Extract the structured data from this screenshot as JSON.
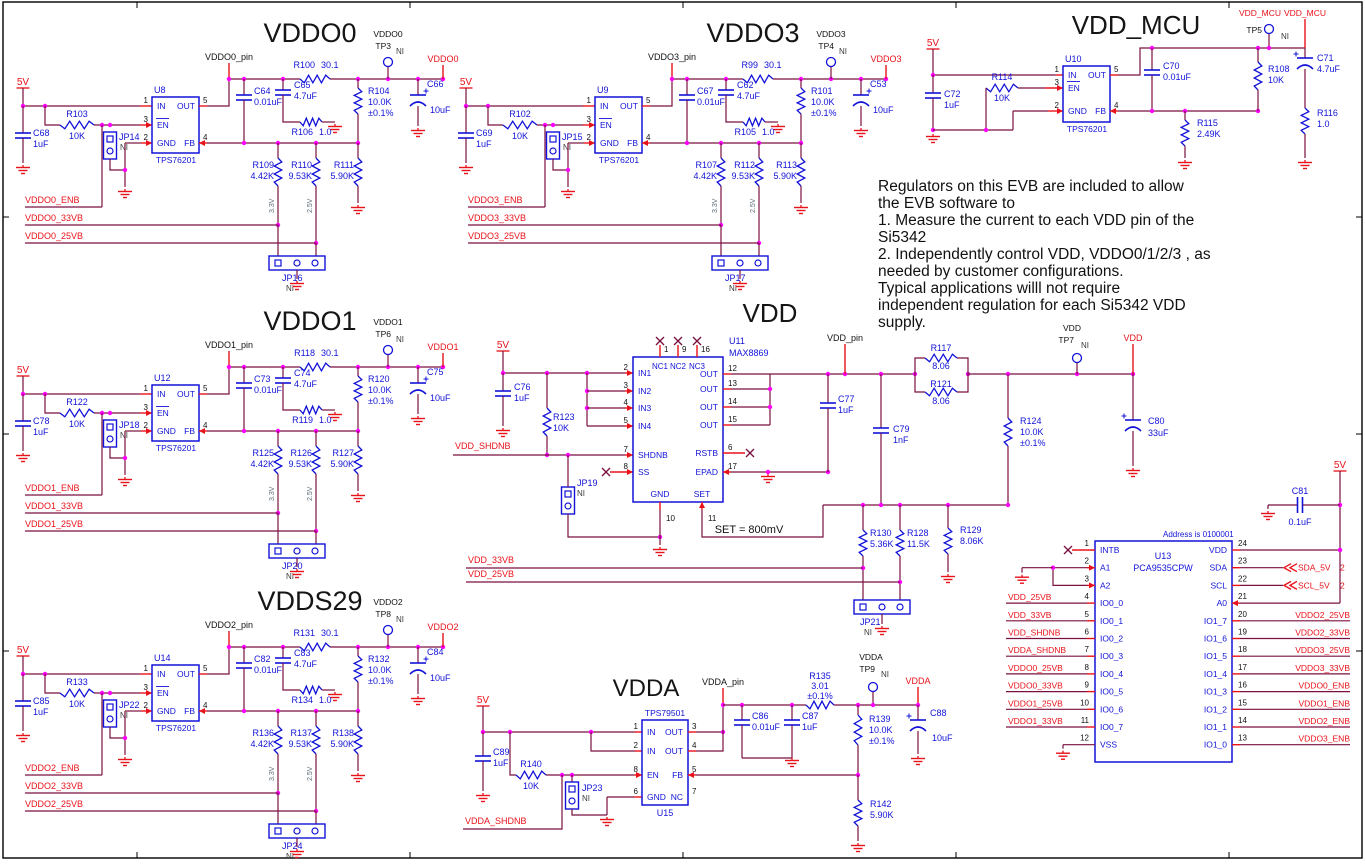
{
  "palette": {
    "wire": "#7a1040",
    "red": "#e8121a",
    "blue": "#1212d8",
    "junction": "#ff00ff",
    "black": "#111111",
    "ni": "#3a3a3a",
    "rot": "#5a6a7a"
  },
  "note": {
    "lines": [
      "Regulators on this EVB are included to allow",
      "the EVB software to",
      "1. Measure the current to each VDD pin of the",
      "Si5342",
      "2. Independently control VDD, VDDO0/1/2/3 , as",
      "needed by customer configurations.",
      "Typical applications willl not require",
      "independent regulation for each Si5342 VDD",
      "supply."
    ]
  },
  "tps_pins": {
    "left": [
      {
        "n": "1",
        "name": "IN"
      },
      {
        "n": "3",
        "name": "EN"
      },
      {
        "n": "2",
        "name": "GND"
      }
    ],
    "right": [
      {
        "n": "5",
        "name": "OUT"
      },
      {
        "n": "4",
        "name": "FB"
      }
    ]
  },
  "tps": [
    {
      "title": "VDDO0",
      "pwr": "5V",
      "ic_ref": "U8",
      "ic_part": "TPS76201",
      "jp_en": "JP14",
      "jp_en_ni": "NI",
      "cin_ref": "C68",
      "cin_val": "1uF",
      "rin_ref": "R103",
      "rin_val": "10K",
      "pin_net": "VDDO0_pin",
      "c1_ref": "C64",
      "c1_val": "0.01uF",
      "c2_ref": "C65",
      "c2_val": "4.7uF",
      "r2_ref": "R106",
      "r2_val": "1.0",
      "rout_ref": "R100",
      "rout_val": "30.1",
      "rfb_ref": "R104",
      "rfb_val": "10.0K",
      "rfb_tol": "±0.1%",
      "tp_net": "VDDO0",
      "tp_ref": "TP3",
      "tp_ni": "NI",
      "out_net": "VDDO0",
      "cout_ref": "C66",
      "cout_val": "10uF",
      "r33_ref": "R109",
      "r33_val": "4.42K",
      "r25_ref": "R110",
      "r25_val": "9.53K",
      "rg_ref": "R111",
      "rg_val": "5.90K",
      "v33": "3.3V",
      "v25": "2.5V",
      "jp_sel": "JP16",
      "jp_sel_ni": "NI",
      "net_enb": "VDDO0_ENB",
      "net_33": "VDDO0_33VB",
      "net_25": "VDDO0_25VB"
    },
    {
      "title": "VDDO3",
      "pwr": "5V",
      "ic_ref": "U9",
      "ic_part": "TPS76201",
      "jp_en": "JP15",
      "jp_en_ni": "NI",
      "cin_ref": "C69",
      "cin_val": "1uF",
      "rin_ref": "R102",
      "rin_val": "10K",
      "pin_net": "VDDO3_pin",
      "c1_ref": "C67",
      "c1_val": "0.01uF",
      "c2_ref": "C62",
      "c2_val": "4.7uF",
      "r2_ref": "R105",
      "r2_val": "1.0",
      "rout_ref": "R99",
      "rout_val": "30.1",
      "rfb_ref": "R101",
      "rfb_val": "10.0K",
      "rfb_tol": "±0.1%",
      "tp_net": "VDDO3",
      "tp_ref": "TP4",
      "tp_ni": "NI",
      "out_net": "VDDO3",
      "cout_ref": "C53",
      "cout_val": "10uF",
      "r33_ref": "R107",
      "r33_val": "4.42K",
      "r25_ref": "R112",
      "r25_val": "9.53K",
      "rg_ref": "R113",
      "rg_val": "5.90K",
      "v33": "3.3V",
      "v25": "2.5V",
      "jp_sel": "JP17",
      "jp_sel_ni": "NI",
      "net_enb": "VDDO3_ENB",
      "net_33": "VDDO3_33VB",
      "net_25": "VDDO3_25VB"
    },
    {
      "title": "VDDO1",
      "pwr": "5V",
      "ic_ref": "U12",
      "ic_part": "TPS76201",
      "jp_en": "JP18",
      "jp_en_ni": "NI",
      "cin_ref": "C78",
      "cin_val": "1uF",
      "rin_ref": "R122",
      "rin_val": "10K",
      "pin_net": "VDDO1_pin",
      "c1_ref": "C73",
      "c1_val": "0.01uF",
      "c2_ref": "C74",
      "c2_val": "4.7uF",
      "r2_ref": "R119",
      "r2_val": "1.0",
      "rout_ref": "R118",
      "rout_val": "30.1",
      "rfb_ref": "R120",
      "rfb_val": "10.0K",
      "rfb_tol": "±0.1%",
      "tp_net": "VDDO1",
      "tp_ref": "TP6",
      "tp_ni": "NI",
      "out_net": "VDDO1",
      "cout_ref": "C75",
      "cout_val": "10uF",
      "r33_ref": "R125",
      "r33_val": "4.42K",
      "r25_ref": "R126",
      "r25_val": "9.53K",
      "rg_ref": "R127",
      "rg_val": "5.90K",
      "v33": "3.3V",
      "v25": "2.5V",
      "jp_sel": "JP20",
      "jp_sel_ni": "NI",
      "net_enb": "VDDO1_ENB",
      "net_33": "VDDO1_33VB",
      "net_25": "VDDO1_25VB"
    },
    {
      "title": "VDDS29",
      "pwr": "5V",
      "ic_ref": "U14",
      "ic_part": "TPS76201",
      "jp_en": "JP22",
      "jp_en_ni": "NI",
      "cin_ref": "C85",
      "cin_val": "1uF",
      "rin_ref": "R133",
      "rin_val": "10K",
      "pin_net": "VDDO2_pin",
      "c1_ref": "C82",
      "c1_val": "0.01uF",
      "c2_ref": "C83",
      "c2_val": "4.7uF",
      "r2_ref": "R134",
      "r2_val": "1.0",
      "rout_ref": "R131",
      "rout_val": "30.1",
      "rfb_ref": "R132",
      "rfb_val": "10.0K",
      "rfb_tol": "±0.1%",
      "tp_net": "VDDO2",
      "tp_ref": "TP8",
      "tp_ni": "NI",
      "out_net": "VDDO2",
      "cout_ref": "C84",
      "cout_val": "10uF",
      "r33_ref": "R136",
      "r33_val": "4.42K",
      "r25_ref": "R137",
      "r25_val": "9.53K",
      "rg_ref": "R138",
      "rg_val": "5.90K",
      "v33": "3.3V",
      "v25": "2.5V",
      "jp_sel": "JP24",
      "jp_sel_ni": "NI",
      "net_enb": "VDDO2_ENB",
      "net_33": "VDDO2_33VB",
      "net_25": "VDDO2_25VB"
    }
  ],
  "mcu": {
    "title": "VDD_MCU",
    "pwr": "5V",
    "ic_ref": "U10",
    "ic_part": "TPS76201",
    "cin_ref": "C72",
    "cin_val": "1uF",
    "ren_ref": "R114",
    "ren_val": "10K",
    "c1_ref": "C70",
    "c1_val": "0.01uF",
    "rfb_ref": "R115",
    "rfb_val": "2.49K",
    "rup_ref": "R108",
    "rup_val": "10K",
    "tp_net": "VDD_MCU",
    "tp_ref": "TP5",
    "tp_ni": "NI",
    "out_net": "VDD_MCU",
    "cout_ref": "C71",
    "cout_val": "4.7uF",
    "rout_ref": "R116",
    "rout_val": "1.0",
    "pins": {
      "left": [
        {
          "n": "1",
          "name": "IN"
        },
        {
          "n": "3",
          "name": "EN"
        },
        {
          "n": "2",
          "name": "GND"
        }
      ],
      "right": [
        {
          "n": "5",
          "name": "OUT"
        },
        {
          "n": "4",
          "name": "FB"
        }
      ]
    }
  },
  "vdd": {
    "title": "VDD",
    "pwr": "5V",
    "ic_ref": "U11",
    "ic_part": "MAX8869",
    "cin_ref": "C76",
    "cin_val": "1uF",
    "rpull_ref": "R123",
    "rpull_val": "10K",
    "shdn_net": "VDD_SHDNB",
    "jp": "JP19",
    "jp_ni": "NI",
    "pin_net": "VDD_pin",
    "c77_ref": "C77",
    "c77_val": "1uF",
    "c79_ref": "C79",
    "c79_val": "1nF",
    "r117_ref": "R117",
    "r117_val": "8.06",
    "r121_ref": "R121",
    "r121_val": "8.06",
    "r124_ref": "R124",
    "r124_val": "10.0K",
    "r124_tol": "±0.1%",
    "tp_net": "VDD",
    "tp_ref": "TP7",
    "tp_ni": "NI",
    "out_net": "VDD",
    "c80_ref": "C80",
    "c80_val": "33uF",
    "set_note": "SET = 800mV",
    "r130_ref": "R130",
    "r130_val": "5.36K",
    "r128_ref": "R128",
    "r128_val": "11.5K",
    "r129_ref": "R129",
    "r129_val": "8.06K",
    "jp_sel": "JP21",
    "jp_sel_ni": "NI",
    "net_33": "VDD_33VB",
    "net_25": "VDD_25VB",
    "pins": {
      "top": [
        {
          "n": "1",
          "name": "NC1"
        },
        {
          "n": "9",
          "name": "NC2"
        },
        {
          "n": "16",
          "name": "NC3"
        }
      ],
      "left": [
        {
          "n": "2",
          "name": "IN1"
        },
        {
          "n": "3",
          "name": "IN2"
        },
        {
          "n": "4",
          "name": "IN3"
        },
        {
          "n": "5",
          "name": "IN4"
        },
        {
          "n": "7",
          "name": "SHDNB"
        },
        {
          "n": "8",
          "name": "SS"
        }
      ],
      "right": [
        {
          "n": "12",
          "name": "OUT"
        },
        {
          "n": "13",
          "name": "OUT"
        },
        {
          "n": "14",
          "name": "OUT"
        },
        {
          "n": "15",
          "name": "OUT"
        },
        {
          "n": "6",
          "name": "RSTB"
        },
        {
          "n": "17",
          "name": "EPAD"
        }
      ],
      "bottom": [
        {
          "n": "10",
          "name": "GND"
        },
        {
          "n": "11",
          "name": "SET"
        }
      ]
    }
  },
  "vdda": {
    "title": "VDDA",
    "pwr": "5V",
    "ic_ref": "U15",
    "ic_part": "TPS79501",
    "cin_ref": "C89",
    "cin_val": "1uF",
    "ren_ref": "R140",
    "ren_val": "10K",
    "jp": "JP23",
    "jp_ni": "NI",
    "shdn_net": "VDDA_SHDNB",
    "pin_net": "VDDA_pin",
    "c1_ref": "C86",
    "c1_val": "0.01uF",
    "c2_ref": "C87",
    "c2_val": "1uF",
    "r1_ref": "R135",
    "r1_val": "3.01",
    "r1_tol": "±0.1%",
    "rfb_ref": "R139",
    "rfb_val": "10.0K",
    "rfb_tol": "±0.1%",
    "r2_ref": "R142",
    "r2_val": "5.90K",
    "tp_net": "VDDA",
    "tp_ref": "TP9",
    "tp_ni": "NI",
    "out_net": "VDDA",
    "cout_ref": "C88",
    "cout_val": "10uF",
    "pins": {
      "left": [
        {
          "n": "1",
          "name": "IN"
        },
        {
          "n": "2",
          "name": "IN"
        },
        {
          "n": "8",
          "name": "EN"
        },
        {
          "n": "6",
          "name": "GND"
        }
      ],
      "right": [
        {
          "n": "3",
          "name": "OUT"
        },
        {
          "n": "4",
          "name": "OUT"
        },
        {
          "n": "5",
          "name": "FB"
        },
        {
          "n": "7",
          "name": "NC"
        }
      ]
    }
  },
  "exp": {
    "address_note": "Address is 0100001",
    "ic_ref": "U13",
    "ic_part": "PCA9535CPW",
    "pwr": "5V",
    "cap_ref": "C81",
    "cap_val": "0.1uF",
    "left_pins": [
      {
        "n": "1",
        "name": "INTB",
        "net": ""
      },
      {
        "n": "2",
        "name": "A1",
        "net": ""
      },
      {
        "n": "3",
        "name": "A2",
        "net": ""
      },
      {
        "n": "4",
        "name": "IO0_0",
        "net": "VDD_25VB"
      },
      {
        "n": "5",
        "name": "IO0_1",
        "net": "VDD_33VB"
      },
      {
        "n": "6",
        "name": "IO0_2",
        "net": "VDD_SHDNB"
      },
      {
        "n": "7",
        "name": "IO0_3",
        "net": "VDDA_SHDNB"
      },
      {
        "n": "8",
        "name": "IO0_4",
        "net": "VDDO0_25VB"
      },
      {
        "n": "9",
        "name": "IO0_5",
        "net": "VDDO0_33VB"
      },
      {
        "n": "10",
        "name": "IO0_6",
        "net": "VDDO1_25VB"
      },
      {
        "n": "11",
        "name": "IO0_7",
        "net": "VDDO1_33VB"
      },
      {
        "n": "12",
        "name": "VSS",
        "net": ""
      }
    ],
    "right_pins": [
      {
        "n": "24",
        "name": "VDD",
        "net": ""
      },
      {
        "n": "23",
        "name": "SDA",
        "net": "SDA_5V",
        "page": "2"
      },
      {
        "n": "22",
        "name": "SCL",
        "net": "SCL_5V",
        "page": "2"
      },
      {
        "n": "21",
        "name": "A0",
        "net": ""
      },
      {
        "n": "20",
        "name": "IO1_7",
        "net": "VDDO2_25VB"
      },
      {
        "n": "19",
        "name": "IO1_6",
        "net": "VDDO2_33VB"
      },
      {
        "n": "18",
        "name": "IO1_5",
        "net": "VDDO3_25VB"
      },
      {
        "n": "17",
        "name": "IO1_4",
        "net": "VDDO3_33VB"
      },
      {
        "n": "16",
        "name": "IO1_3",
        "net": "VDDO0_ENB"
      },
      {
        "n": "15",
        "name": "IO1_2",
        "net": "VDDO1_ENB"
      },
      {
        "n": "14",
        "name": "IO1_1",
        "net": "VDDO2_ENB"
      },
      {
        "n": "13",
        "name": "IO1_0",
        "net": "VDDO3_ENB"
      }
    ]
  }
}
